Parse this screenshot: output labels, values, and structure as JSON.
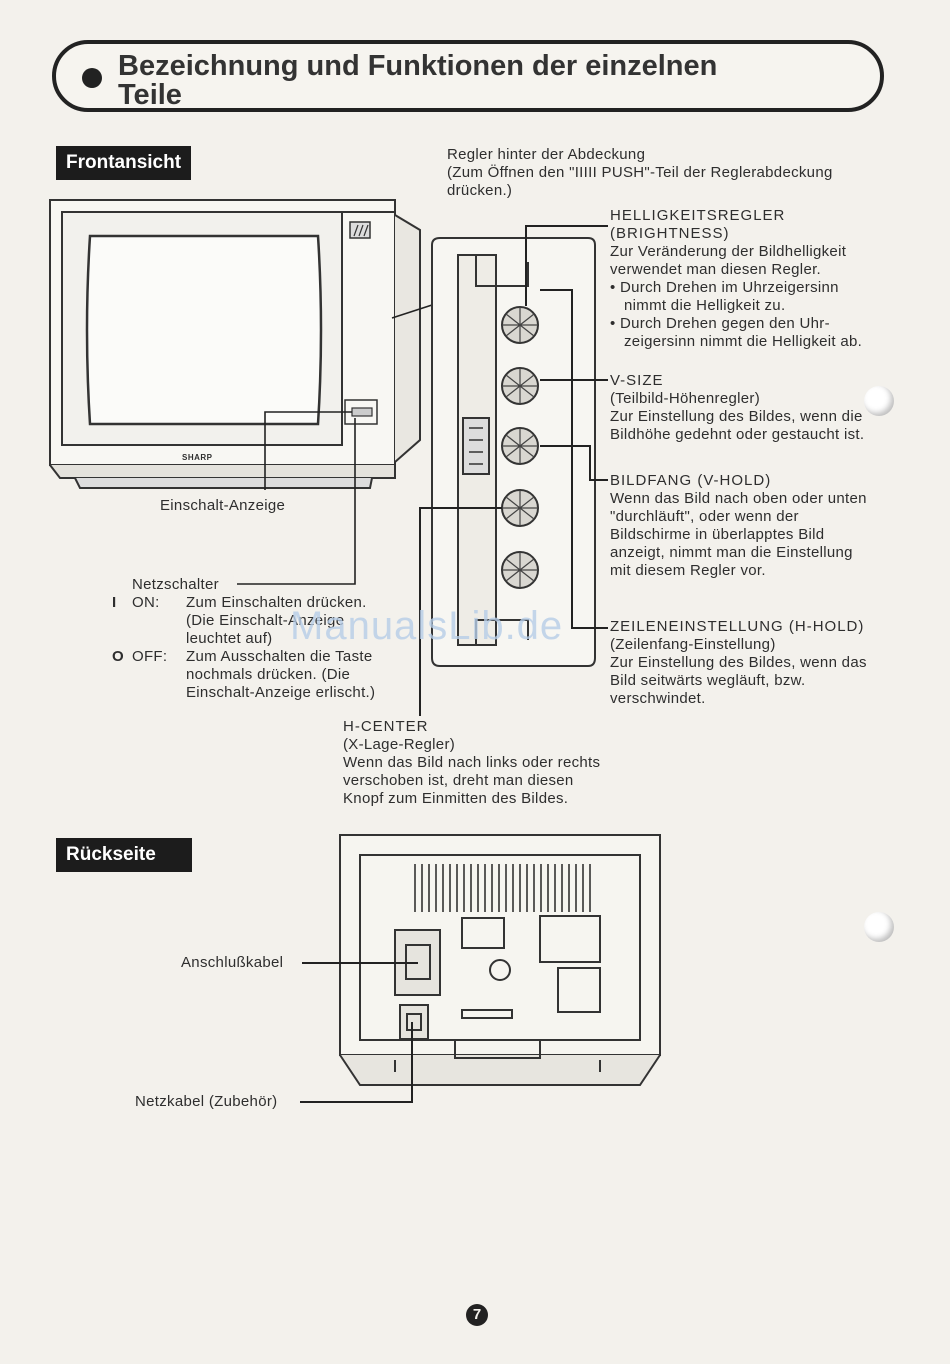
{
  "title": {
    "line1": "Bezeichnung und Funktionen der einzelnen",
    "line2": "Teile"
  },
  "front": {
    "tag": "Frontansicht",
    "brand": "SHARP",
    "regler_cover": {
      "line1": "Regler hinter der Abdeckung",
      "line2": "(Zum Öffnen den \"IIIII PUSH\"-Teil der Reglerabdeckung",
      "line3": "drücken.)"
    },
    "brightness": {
      "h1": "HELLIGKEITSREGLER",
      "h2": "(BRIGHTNESS)",
      "d1": "Zur Veränderung der Bildhelligkeit",
      "d2": "verwendet man diesen Regler.",
      "d3": "• Durch Drehen im Uhrzeigersinn",
      "d4": "nimmt die Helligkeit zu.",
      "d5": "• Durch Drehen gegen den Uhr-",
      "d6": "zeigersinn nimmt die Helligkeit ab."
    },
    "vsize": {
      "h1": "V-SIZE",
      "h2": "(Teilbild-Höhenregler)",
      "d1": "Zur Einstellung des Bildes, wenn die",
      "d2": "Bildhöhe gedehnt oder gestaucht ist."
    },
    "vhold": {
      "h1": "BILDFANG (V-HOLD)",
      "d1": "Wenn das Bild nach oben oder unten",
      "d2": "\"durchläuft\", oder wenn der",
      "d3": "Bildschirme in überlapptes Bild",
      "d4": "anzeigt, nimmt man die Einstellung",
      "d5": "mit diesem Regler vor."
    },
    "hhold": {
      "h1": "ZEILENEINSTELLUNG (H-HOLD)",
      "h2": "(Zeilenfang-Einstellung)",
      "d1": "Zur Einstellung des Bildes, wenn das",
      "d2": "Bild seitwärts wegläuft, bzw.",
      "d3": "verschwindet."
    },
    "hcenter": {
      "h1": "H-CENTER",
      "h2": "(X-Lage-Regler)",
      "d1": "Wenn das Bild nach links oder rechts",
      "d2": "verschoben ist, dreht man diesen",
      "d3": "Knopf zum Einmitten des Bildes."
    },
    "indicator": "Einschalt-Anzeige",
    "power": {
      "label": "Netzschalter",
      "on_sym": "I",
      "on_label": "ON:",
      "on_d1": "Zum Einschalten drücken.",
      "on_d2": "(Die Einschalt-Anzeige",
      "on_d3": "leuchtet auf)",
      "off_sym": "O",
      "off_label": "OFF:",
      "off_d1": "Zum Ausschalten die Taste",
      "off_d2": "nochmals drücken. (Die",
      "off_d3": "Einschalt-Anzeige erlischt.)"
    }
  },
  "rear": {
    "tag": "Rückseite",
    "cable": "Anschlußkabel",
    "mains": "Netzkabel (Zubehör)"
  },
  "watermark": "ManualsLib.de",
  "page_number": "7"
}
